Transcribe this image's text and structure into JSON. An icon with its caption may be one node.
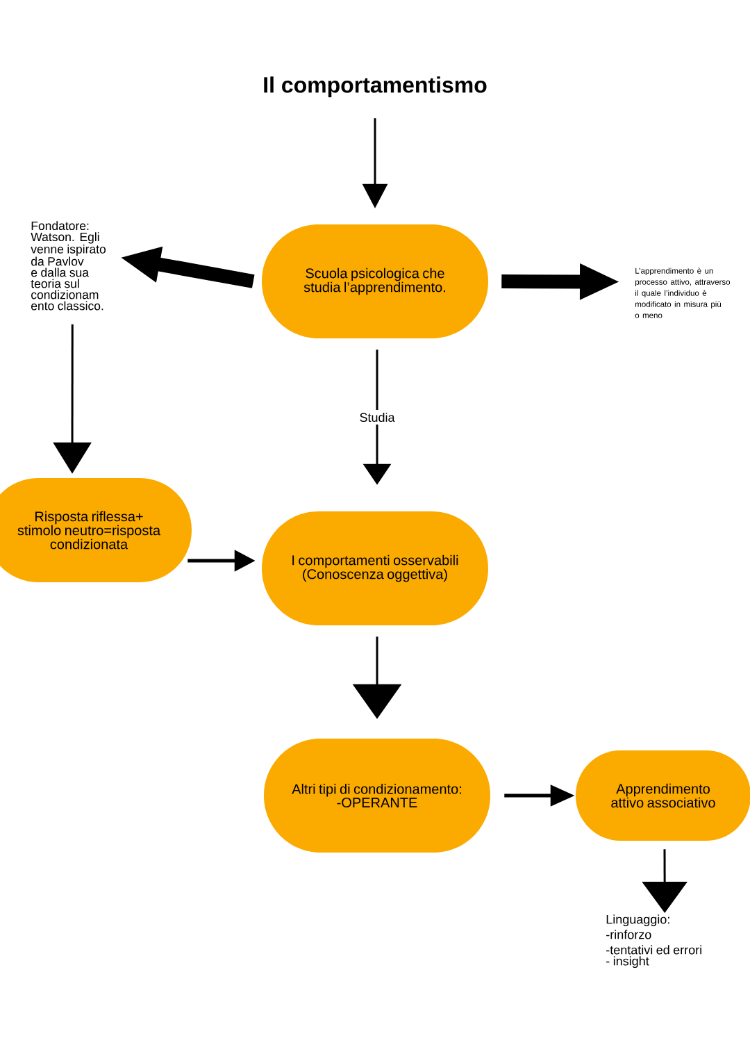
{
  "diagram": {
    "nodes": [
      {
        "text": [
          "Il comportamentismo"
        ]
      },
      {
        "text": [
          "Scuola psicologica che studia l’apprendimento."
        ]
      },
      {
        "text": [
          "Fondatore: Watson. Egli venne ispirato da Pavlov e dalla sua teoria sul condizionam ento classico."
        ]
      },
      {
        "text": [
          "L’apprendimento è un processo attivo, attraverso il quale l’individuo è modificato in misura più o meno"
        ]
      },
      {
        "text": [
          "Risposta riflessa+ stimolo neutro=risposta condizionata"
        ]
      },
      {
        "text": [
          "I comportamenti osservabili (Conoscenza oggettiva)"
        ]
      },
      {
        "text": [
          "Altri tipi di condizionamento: -OPERANTE"
        ]
      },
      {
        "text": [
          "Apprendimento attivo associativo"
        ]
      },
      {
        "text": [
          "Linguaggio:",
          "-rinforzo",
          "-tentativi ed errori",
          "- insight"
        ]
      }
    ],
    "edges": [
      {
        "from": 0,
        "to": 1,
        "arrow": "to"
      },
      {
        "from": 1,
        "to": 2,
        "arrow": "to",
        "style": "thick"
      },
      {
        "from": 1,
        "to": 3,
        "arrow": "to",
        "style": "thick"
      },
      {
        "from": 2,
        "to": 4,
        "arrow": "to"
      },
      {
        "from": 1,
        "to": 5,
        "arrow": "to",
        "label": "Studia"
      },
      {
        "from": 4,
        "to": 5,
        "arrow": "to"
      },
      {
        "from": 5,
        "to": 6,
        "arrow": "to"
      },
      {
        "from": 6,
        "to": 7,
        "arrow": "to"
      },
      {
        "from": 7,
        "to": 8,
        "arrow": "to"
      }
    ]
  }
}
